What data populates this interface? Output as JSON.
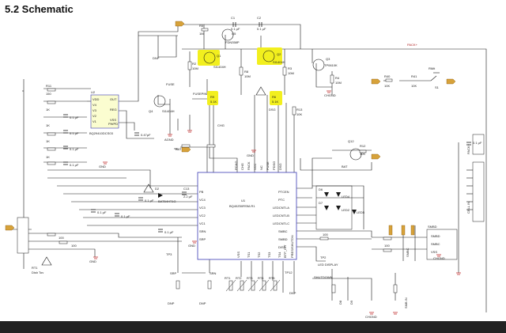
{
  "title": "5.2 Schematic",
  "colors": {
    "wire": "#1a1a1a",
    "net": "#b02020",
    "gnd": "#c03030",
    "hl": "#f2ef1e",
    "tag": "#d7a23a",
    "ic": "#3b3bb5",
    "icfill": "#fbfdd0"
  },
  "labels": {
    "c1": "C1",
    "c1v": "0.1 μF",
    "c2": "C2",
    "c2v": "0.1 μF",
    "r5": "R5",
    "r5v": "1M",
    "q5": "Q5",
    "q5p": "FDN358P",
    "q1": "Q1",
    "q1p": "SI1404H",
    "q2": "Q2",
    "q2p": "SI1404H",
    "q3": "Q3",
    "q3p": "TP0610K",
    "q4": "Q4",
    "q4p": "SI1404H",
    "pack": "PACK+",
    "dnp": "DNP",
    "fuse": "FUSE",
    "fusepin": "FUSEPIN",
    "r2": "R2",
    "r2v": "10M",
    "r8": "R8",
    "r8v": "10M",
    "r3": "R3",
    "r3v": "10M",
    "r9": "R9",
    "r9v": "5.1K",
    "r6": "R6",
    "r6v": "5.1K",
    "r4": "R4",
    "r4v": "10M",
    "r13": "R13",
    "r13v": "10K",
    "chg": "CHG",
    "dsg": "DSG",
    "r11": "R11",
    "r11v": "150",
    "bat": "BAT",
    "bat2": "BAT",
    "u2": "U2",
    "u2p": "BQ29410DCS03",
    "u2pins": [
      "VDD",
      "V4",
      "V3",
      "V2",
      "V1",
      "OUT",
      "REG",
      "VSS",
      "PWPD"
    ],
    "c5v": "0.1 μF",
    "c6v": "0.1 μF",
    "c9v": "0.1 μF",
    "c11v": "0.1 μF",
    "c7v": "0.47μF",
    "r1k": "1K",
    "u1": "U1",
    "u1p": "BQ40Z50RSM-R1",
    "u1pins_left": [
      "PB",
      "VC4",
      "VC3",
      "VC2",
      "VC1",
      "SRN",
      "SRP"
    ],
    "u1pins_top": [
      "PCHG",
      "CHG",
      "PACK",
      "VCC",
      "NC",
      "FUSE",
      "PDSG",
      "DSG"
    ],
    "u1pins_right": [
      "PTCEN",
      "PTC",
      "LEDCNTLA",
      "LEDCNTLB",
      "LEDCNTLC",
      "SMBC",
      "SMBD",
      "DISP"
    ],
    "u1pins_bot": [
      "VSS",
      "TS1",
      "TS2",
      "TS3",
      "TS4",
      "BTP_INT",
      "PRES/SHUTDN"
    ],
    "c13": "C13",
    "c13v": "2.2 μF",
    "c14v": "0.1 μF",
    "c15v": "0.1 μF",
    "c16v": "0.1 μF",
    "c17v": "0.1 μF",
    "c18v": "0.1 μF",
    "c19v": "0.1 μF",
    "d2": "D2",
    "d2p": "BAT54HT1G",
    "q12": "Q12",
    "r12": "R12",
    "r12v": "10K",
    "led_display": "LED DISPLAY",
    "shutdown": "SHUTDOWN",
    "smbd": "SMBD",
    "smbc": "SMBC",
    "smbd2": "SMBD",
    "smbc2": "SMBC",
    "vss": "VSS",
    "led1": "LED1",
    "led2": "LED2",
    "led3": "LED3",
    "led4": "LED4",
    "led5": "LED5",
    "d6": "D6",
    "d7": "D7",
    "d8": "D8",
    "d9": "D9",
    "r40": "R40",
    "r40v": "10K",
    "r41": "R41",
    "r41v": "10K",
    "s1": "S1",
    "rm": "RMit",
    "chgnd": "CHGND",
    "gnd": "GND",
    "agnd": "AGND",
    "tp2": "TP2",
    "tp3": "TP3",
    "tp12": "TP12",
    "srp": "SRP",
    "srn": "SRN",
    "rt1": "RT1",
    "rt2": "RT2",
    "rt3": "RT3",
    "rt4": "RT4",
    "rt5": "RT5",
    "rt1b": "RT1",
    "rt1bv": "Dish Tov",
    "r100": "100",
    "r1": "1",
    "j_pack": "PACK+",
    "j_cell": "CELL IN",
    "j_smb": "SMB IN"
  }
}
